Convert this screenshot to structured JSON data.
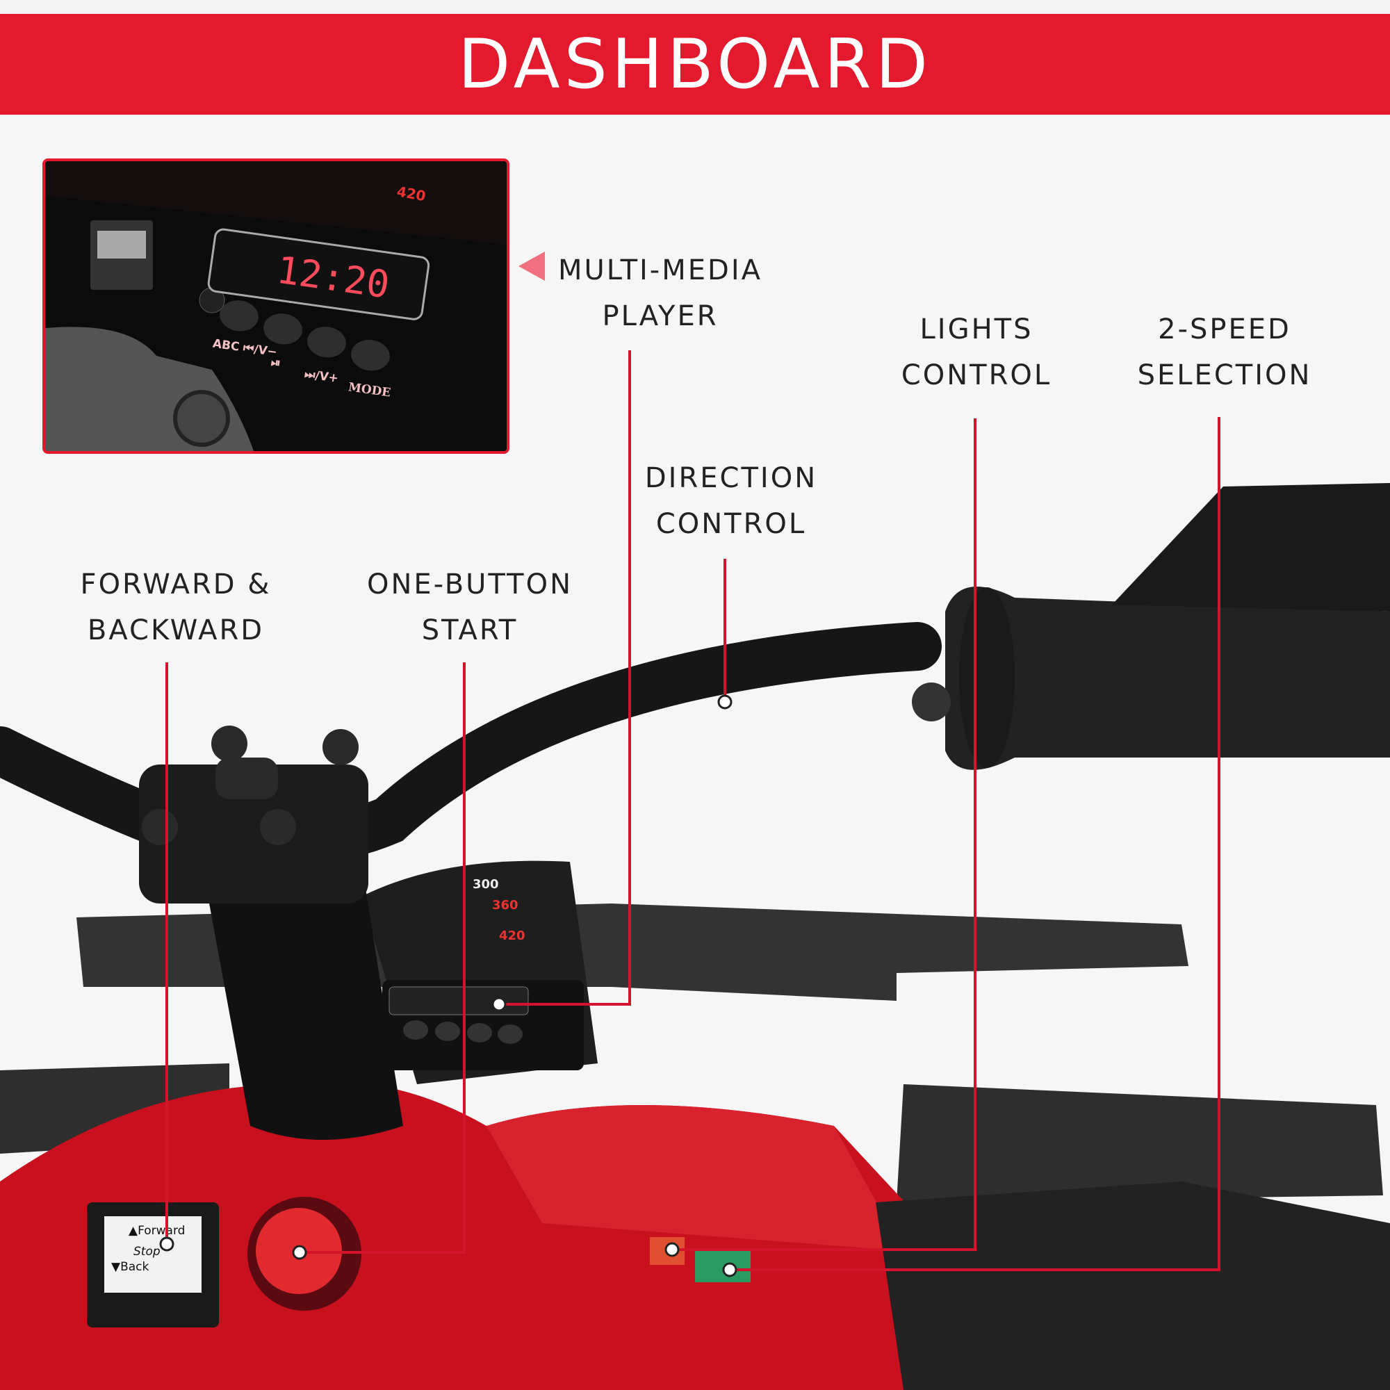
{
  "header": {
    "title": "DASHBOARD"
  },
  "colors": {
    "accent": "#e3192d",
    "callout_line": "#d4142a",
    "body_red": "#c8101e"
  },
  "callouts": [
    {
      "id": "multi-media",
      "lines": [
        "MULTI-MEDIA",
        "PLAYER"
      ]
    },
    {
      "id": "lights",
      "lines": [
        "LIGHTS",
        "CONTROL"
      ]
    },
    {
      "id": "speed",
      "lines": [
        "2-SPEED",
        "SELECTION"
      ]
    },
    {
      "id": "direction",
      "lines": [
        "DIRECTION",
        "CONTROL"
      ]
    },
    {
      "id": "forward",
      "lines": [
        "FORWARD &",
        "BACKWARD"
      ]
    },
    {
      "id": "start",
      "lines": [
        "ONE-BUTTON",
        "START"
      ]
    }
  ],
  "inset": {
    "display": "12:20",
    "gauge": "420",
    "buttons": [
      "ABC ⏮/V−",
      "⏯",
      "⏭/V+",
      "MODE"
    ]
  },
  "photo": {
    "gauge_ticks": [
      "300",
      "360",
      "420"
    ],
    "switch_labels": [
      "▲Forward",
      "Stop",
      "▼Back"
    ]
  }
}
